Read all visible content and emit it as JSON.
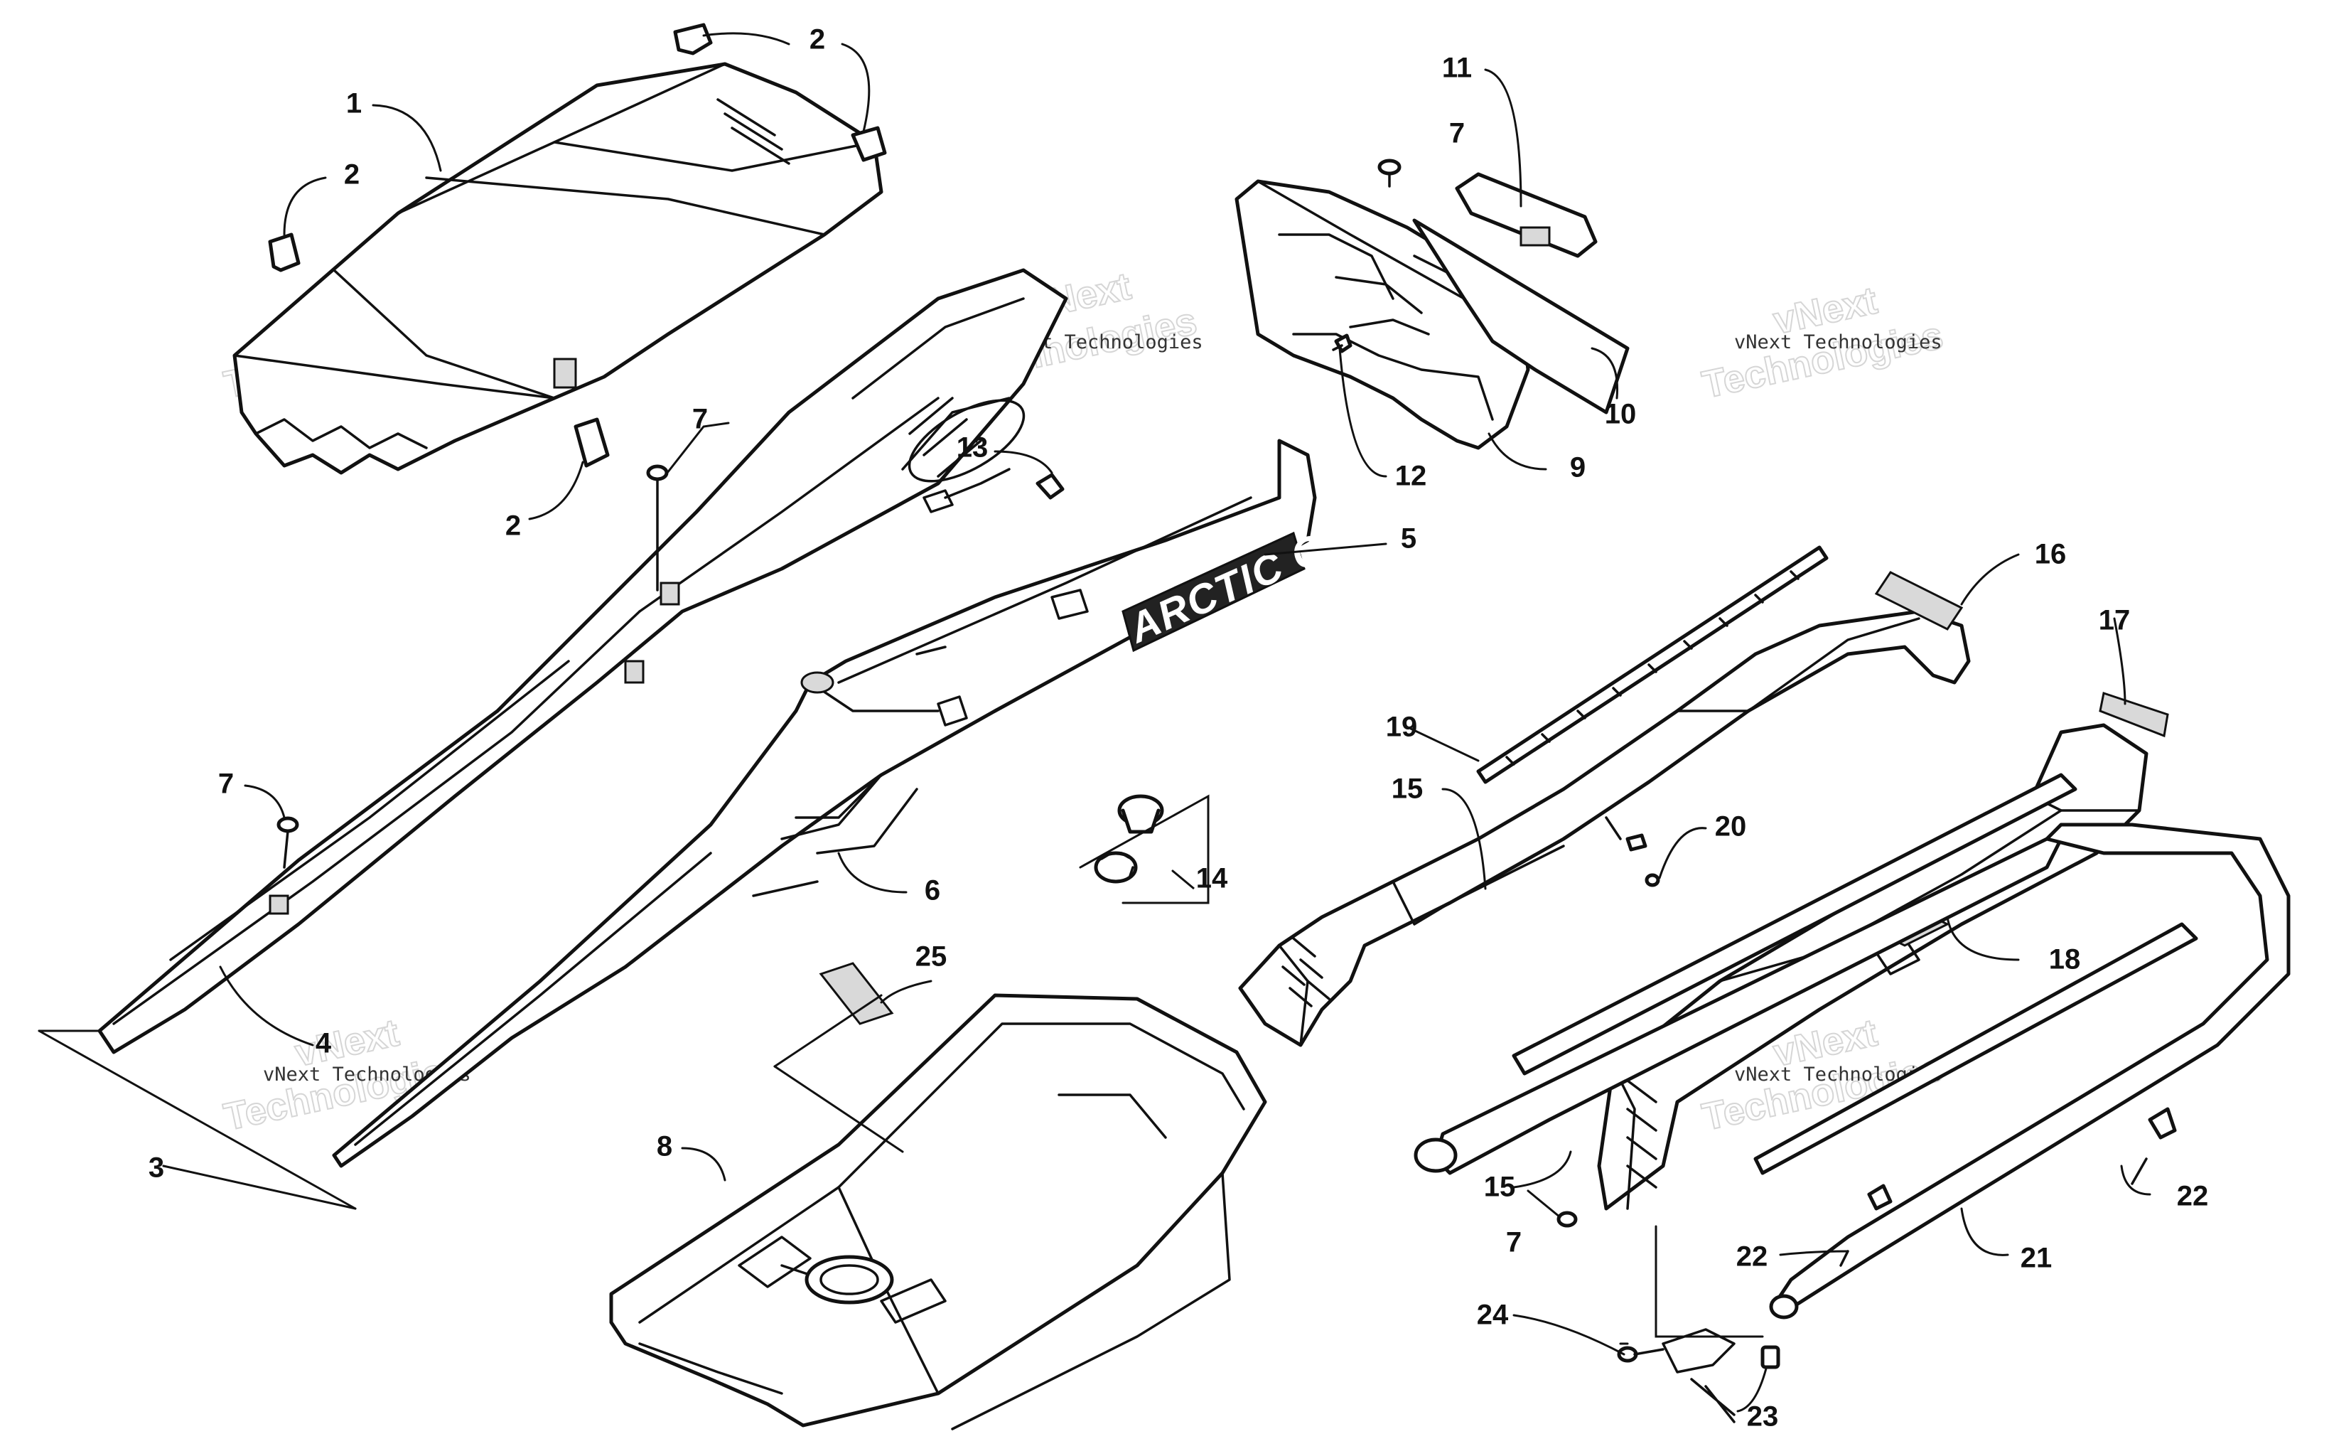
{
  "callouts": [
    {
      "id": "1",
      "label": "1"
    },
    {
      "id": "2a",
      "label": "2"
    },
    {
      "id": "2b",
      "label": "2"
    },
    {
      "id": "2c",
      "label": "2"
    },
    {
      "id": "3",
      "label": "3"
    },
    {
      "id": "4",
      "label": "4"
    },
    {
      "id": "5",
      "label": "5"
    },
    {
      "id": "6",
      "label": "6"
    },
    {
      "id": "7a",
      "label": "7"
    },
    {
      "id": "7b",
      "label": "7"
    },
    {
      "id": "7c",
      "label": "7"
    },
    {
      "id": "7d",
      "label": "7"
    },
    {
      "id": "8",
      "label": "8"
    },
    {
      "id": "9",
      "label": "9"
    },
    {
      "id": "10",
      "label": "10"
    },
    {
      "id": "11",
      "label": "11"
    },
    {
      "id": "12",
      "label": "12"
    },
    {
      "id": "13",
      "label": "13"
    },
    {
      "id": "14",
      "label": "14"
    },
    {
      "id": "15a",
      "label": "15"
    },
    {
      "id": "15b",
      "label": "15"
    },
    {
      "id": "16",
      "label": "16"
    },
    {
      "id": "17",
      "label": "17"
    },
    {
      "id": "18",
      "label": "18"
    },
    {
      "id": "19",
      "label": "19"
    },
    {
      "id": "20",
      "label": "20"
    },
    {
      "id": "21",
      "label": "21"
    },
    {
      "id": "22a",
      "label": "22"
    },
    {
      "id": "22b",
      "label": "22"
    },
    {
      "id": "23",
      "label": "23"
    },
    {
      "id": "24",
      "label": "24"
    },
    {
      "id": "25",
      "label": "25"
    }
  ],
  "brand_decal": "ARCTIC CAT",
  "watermark": {
    "small_text": "vNext Technologies",
    "large_line_1": "vNext",
    "large_line_2": "Technologies"
  }
}
